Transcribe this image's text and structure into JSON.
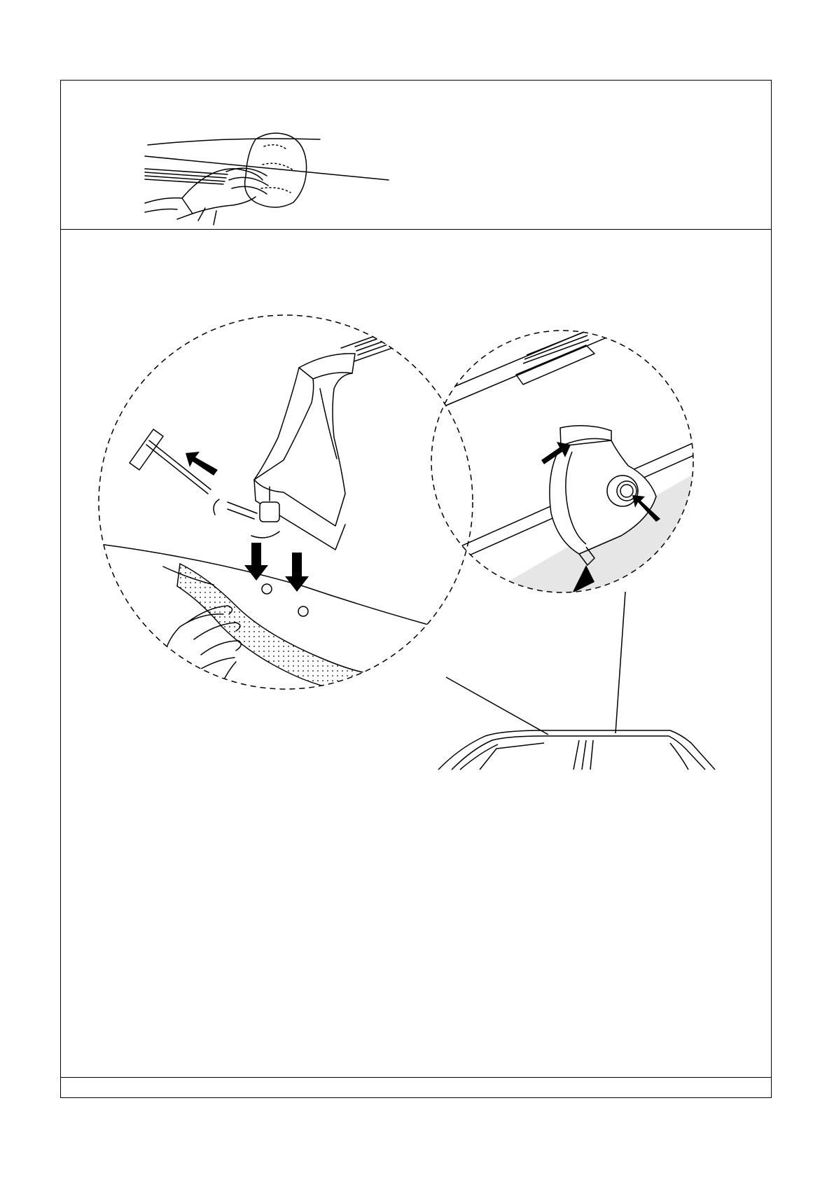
{
  "document": {
    "panels": [
      {
        "id": "step-cleaning",
        "illustration": "hand-wiping-roof-icon"
      },
      {
        "id": "step-mounting",
        "illustrations": [
          "foot-installation-detail-icon",
          "foot-clamp-detail-icon",
          "car-roof-icon"
        ]
      },
      {
        "id": "step-empty",
        "illustration": ""
      }
    ],
    "colors": {
      "line": "#000000",
      "shade": "#e6e6e6",
      "background": "#ffffff"
    }
  }
}
